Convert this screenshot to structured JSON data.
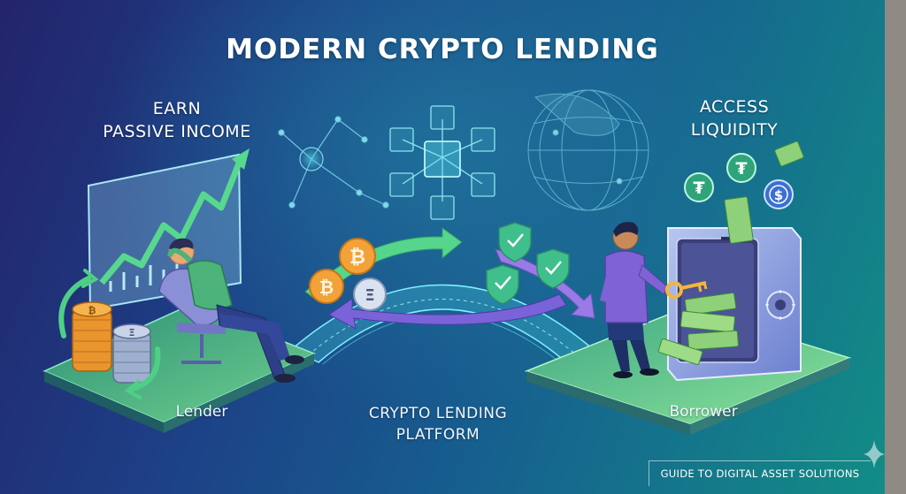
{
  "title": "MODERN CRYPTO LENDING",
  "lender_side": {
    "heading_line1": "EARN",
    "heading_line2": "PASSIVE INCOME",
    "label": "Lender"
  },
  "platform": {
    "label_line1": "CRYPTO LENDING",
    "label_line2": "PLATFORM"
  },
  "borrower_side": {
    "heading_line1": "ACCESS",
    "heading_line2": "LIQUIDITY",
    "label": "Borrower"
  },
  "footer": "GUIDE TO DIGITAL ASSET SOLUTIONS",
  "coin_symbols": {
    "bitcoin": "₿",
    "ethereum": "Ξ",
    "tether": "₮",
    "usdc": "$"
  },
  "colors": {
    "background_start": "#23246b",
    "background_end": "#128f86",
    "platform_green": "#5ec48a",
    "accent_cyan": "#5fe3f0",
    "arrow_green": "#55d68c",
    "arrow_purple": "#7a63d8",
    "bitcoin_orange": "#f3a23a",
    "money_green": "#8fd17a"
  }
}
